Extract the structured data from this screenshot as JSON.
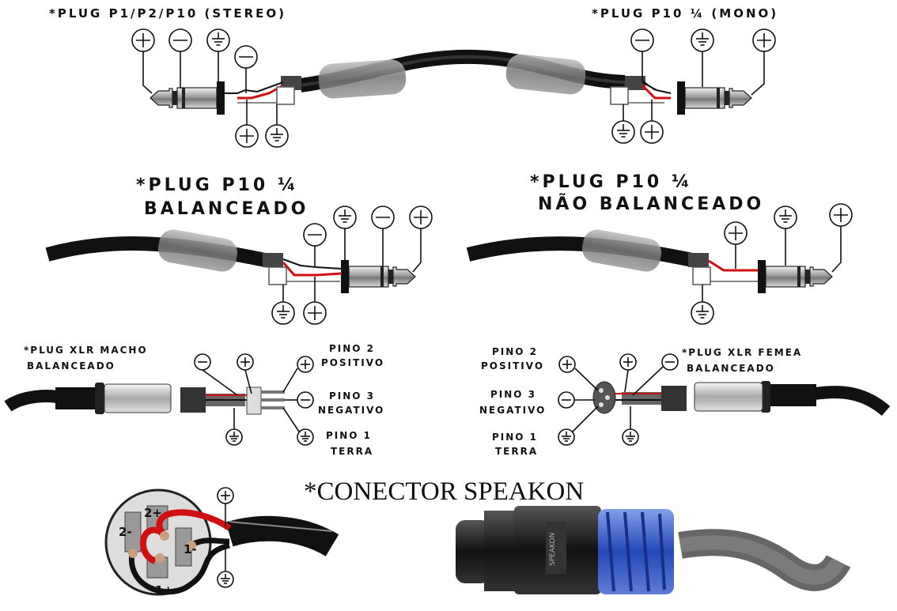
{
  "labels": {
    "title_stereo": "*PLUG P1/P2/P10 (STEREO)",
    "title_mono": "*PLUG P10 ¼ (MONO)",
    "title_bal_1": "*PLUG P10 ¼",
    "title_bal_2": "BALANCEADO",
    "title_unbal_1": "*PLUG P10 ¼",
    "title_unbal_2": "NÃO BALANCEADO",
    "xlr_male_1": "*PLUG XLR MACHO",
    "xlr_male_2": "BALANCEADO",
    "xlr_female_1": "*PLUG XLR FEMEA",
    "xlr_female_2": "BALANCEADO",
    "pin2_a": "PINO 2",
    "pin2_b": "POSITIVO",
    "pin3_a": "PINO 3",
    "pin3_b": "NEGATIVO",
    "pin1_a": "PINO 1",
    "pin1_b": "TERRA",
    "speakon": "*CONECTOR SPEAKON",
    "speakon_brand": "SPEAKON",
    "sp_2plus": "2+",
    "sp_2minus": "2-",
    "sp_1plus": "1+",
    "sp_1minus": "1-"
  }
}
